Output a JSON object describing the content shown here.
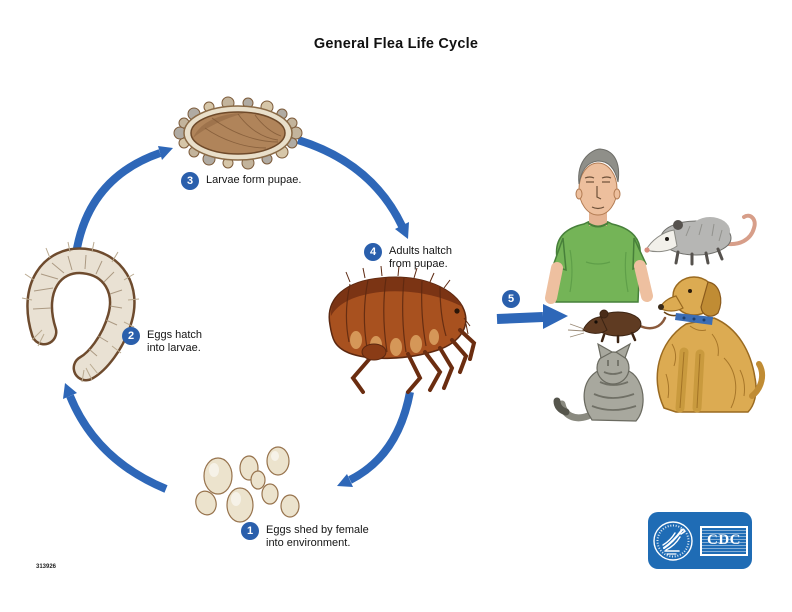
{
  "title": "General Flea Life Cycle",
  "stages": {
    "s1": {
      "num": "1",
      "label": "Eggs shed by female\ninto environment."
    },
    "s2": {
      "num": "2",
      "label": "Eggs hatch\ninto larvae."
    },
    "s3": {
      "num": "3",
      "label": "Larvae form pupae."
    },
    "s4": {
      "num": "4",
      "label": "Adults haltch\nfrom pupae."
    },
    "s5": {
      "num": "5",
      "label": ""
    }
  },
  "figure_number": "313926",
  "logo": {
    "text": "CDC"
  },
  "illustrations": [
    "flea-pupa",
    "flea-larva",
    "flea-eggs",
    "adult-flea",
    "human-host",
    "opossum-host",
    "rodent-host",
    "dog-host",
    "cat-host"
  ],
  "colors": {
    "arrow_blue": "#2e67b8",
    "badge_blue": "#2a5fac",
    "logo_blue": "#1f6cb5",
    "flea_brown": "#a8511f",
    "shirt_green": "#74b457",
    "background": "#ffffff"
  }
}
